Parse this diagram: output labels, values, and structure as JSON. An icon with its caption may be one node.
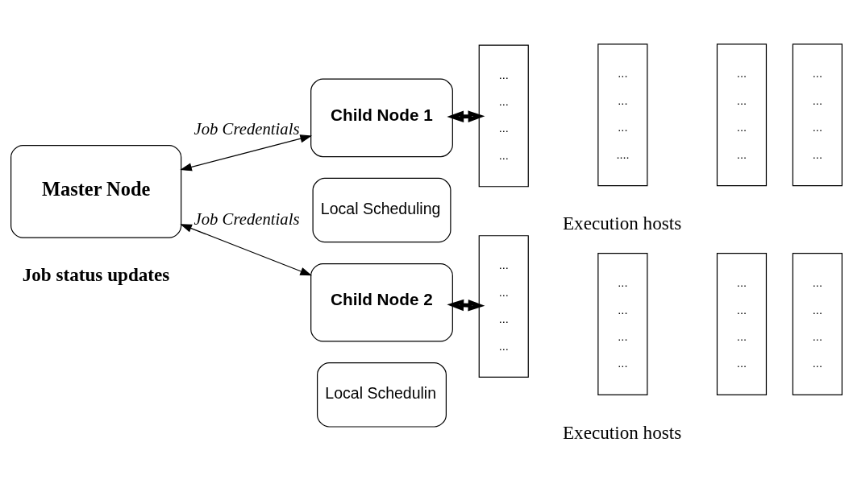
{
  "diagram": {
    "nodes": [
      {
        "text": [
          "Master Node"
        ]
      },
      {
        "text": [
          "Child Node 1"
        ]
      },
      {
        "text": [
          "Local Scheduling"
        ]
      },
      {
        "text": [
          "...",
          "...",
          "...",
          "..."
        ]
      },
      {
        "text": [
          "...",
          "...",
          "...",
          "...."
        ]
      },
      {
        "text": [
          "...",
          "...",
          "...",
          "..."
        ]
      },
      {
        "text": [
          "...",
          "...",
          "...",
          "..."
        ]
      },
      {
        "text": [
          "Child Node 2"
        ]
      },
      {
        "text": [
          "Local Schedulin"
        ]
      },
      {
        "text": [
          "...",
          "...",
          "...",
          "..."
        ]
      },
      {
        "text": [
          "...",
          "...",
          "...",
          "..."
        ]
      },
      {
        "text": [
          "...",
          "...",
          "...",
          "..."
        ]
      },
      {
        "text": [
          "...",
          "...",
          "...",
          "..."
        ]
      }
    ],
    "edges": [
      {
        "from": 0,
        "to": 1,
        "arrow": "both",
        "label": "Job Credentials"
      },
      {
        "from": 0,
        "to": 7,
        "arrow": "both",
        "label": "Job Credentials"
      },
      {
        "from": 1,
        "to": 3,
        "arrow": "both",
        "style": "thick"
      },
      {
        "from": 7,
        "to": 9,
        "arrow": "both",
        "style": "thick"
      }
    ],
    "labels": [
      "Job status updates",
      "Execution hosts",
      "Execution hosts"
    ]
  }
}
